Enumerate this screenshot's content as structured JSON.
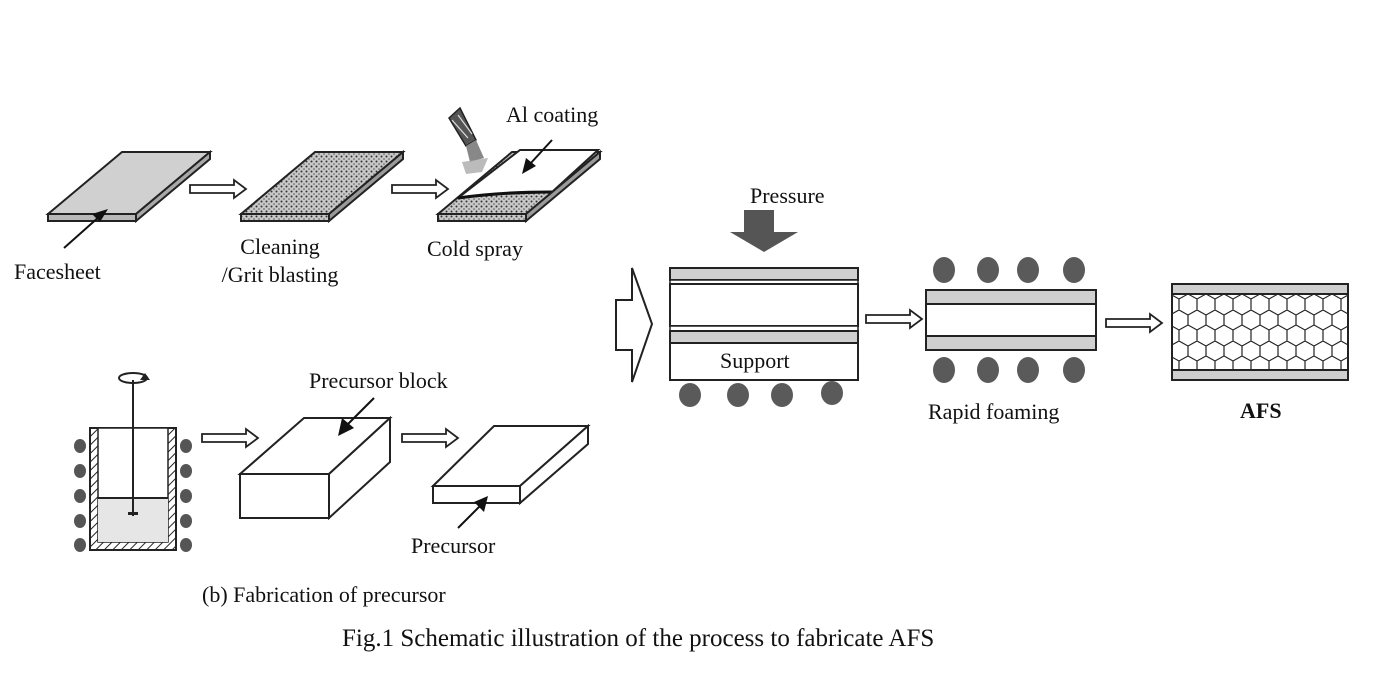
{
  "labels": {
    "facesheet": "Facesheet",
    "cleaning_line1": "Cleaning",
    "cleaning_line2": "/Grit blasting",
    "cold_spray": "Cold spray",
    "al_coating": "Al coating",
    "pressure": "Pressure",
    "support": "Support",
    "rapid_foaming": "Rapid foaming",
    "afs": "AFS",
    "precursor_block": "Precursor block",
    "precursor": "Precursor",
    "sub_caption_b": "(b) Fabrication of precursor",
    "figure_caption": "Fig.1  Schematic illustration of the process to fabricate AFS"
  },
  "colors": {
    "plate_gray": "#cfcfcf",
    "dark_gray": "#5a5a5a",
    "line": "#222222"
  }
}
